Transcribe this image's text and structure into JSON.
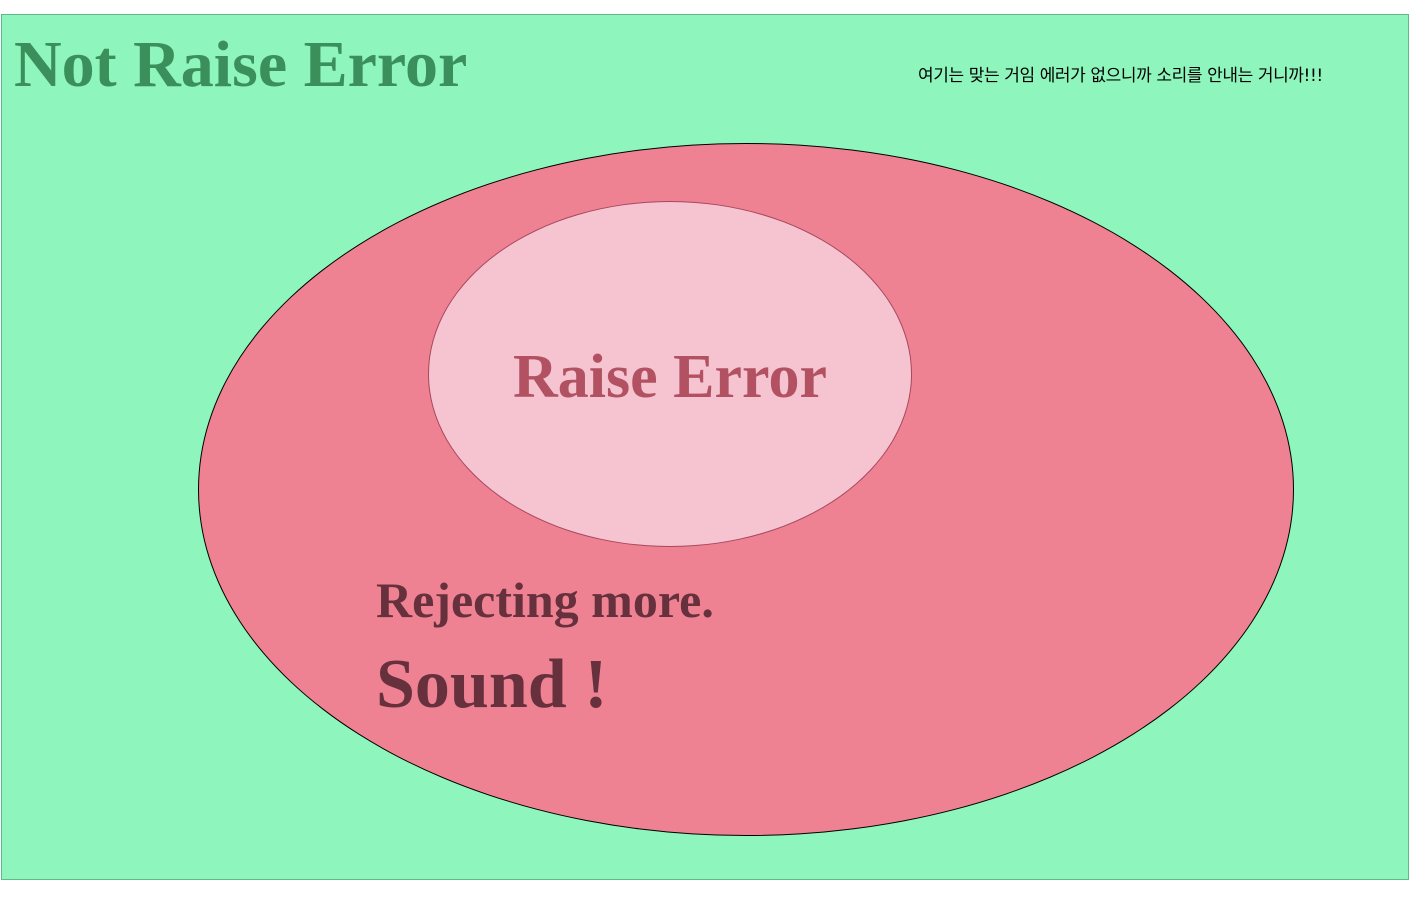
{
  "outer": {
    "title": "Not Raise Error",
    "note": "여기는 맞는 거임 에러가 없으니까 소리를 안내는 거니까!!!",
    "fill_color": "#8ef5bc",
    "title_color": "#3b8f5b"
  },
  "middle": {
    "line1": "Rejecting more.",
    "line2": "Sound !",
    "fill_color": "#ee8292",
    "text_color": "#66303d"
  },
  "inner": {
    "title": "Raise Error",
    "fill_color": "#f5c4d0",
    "text_color": "#b25162"
  }
}
